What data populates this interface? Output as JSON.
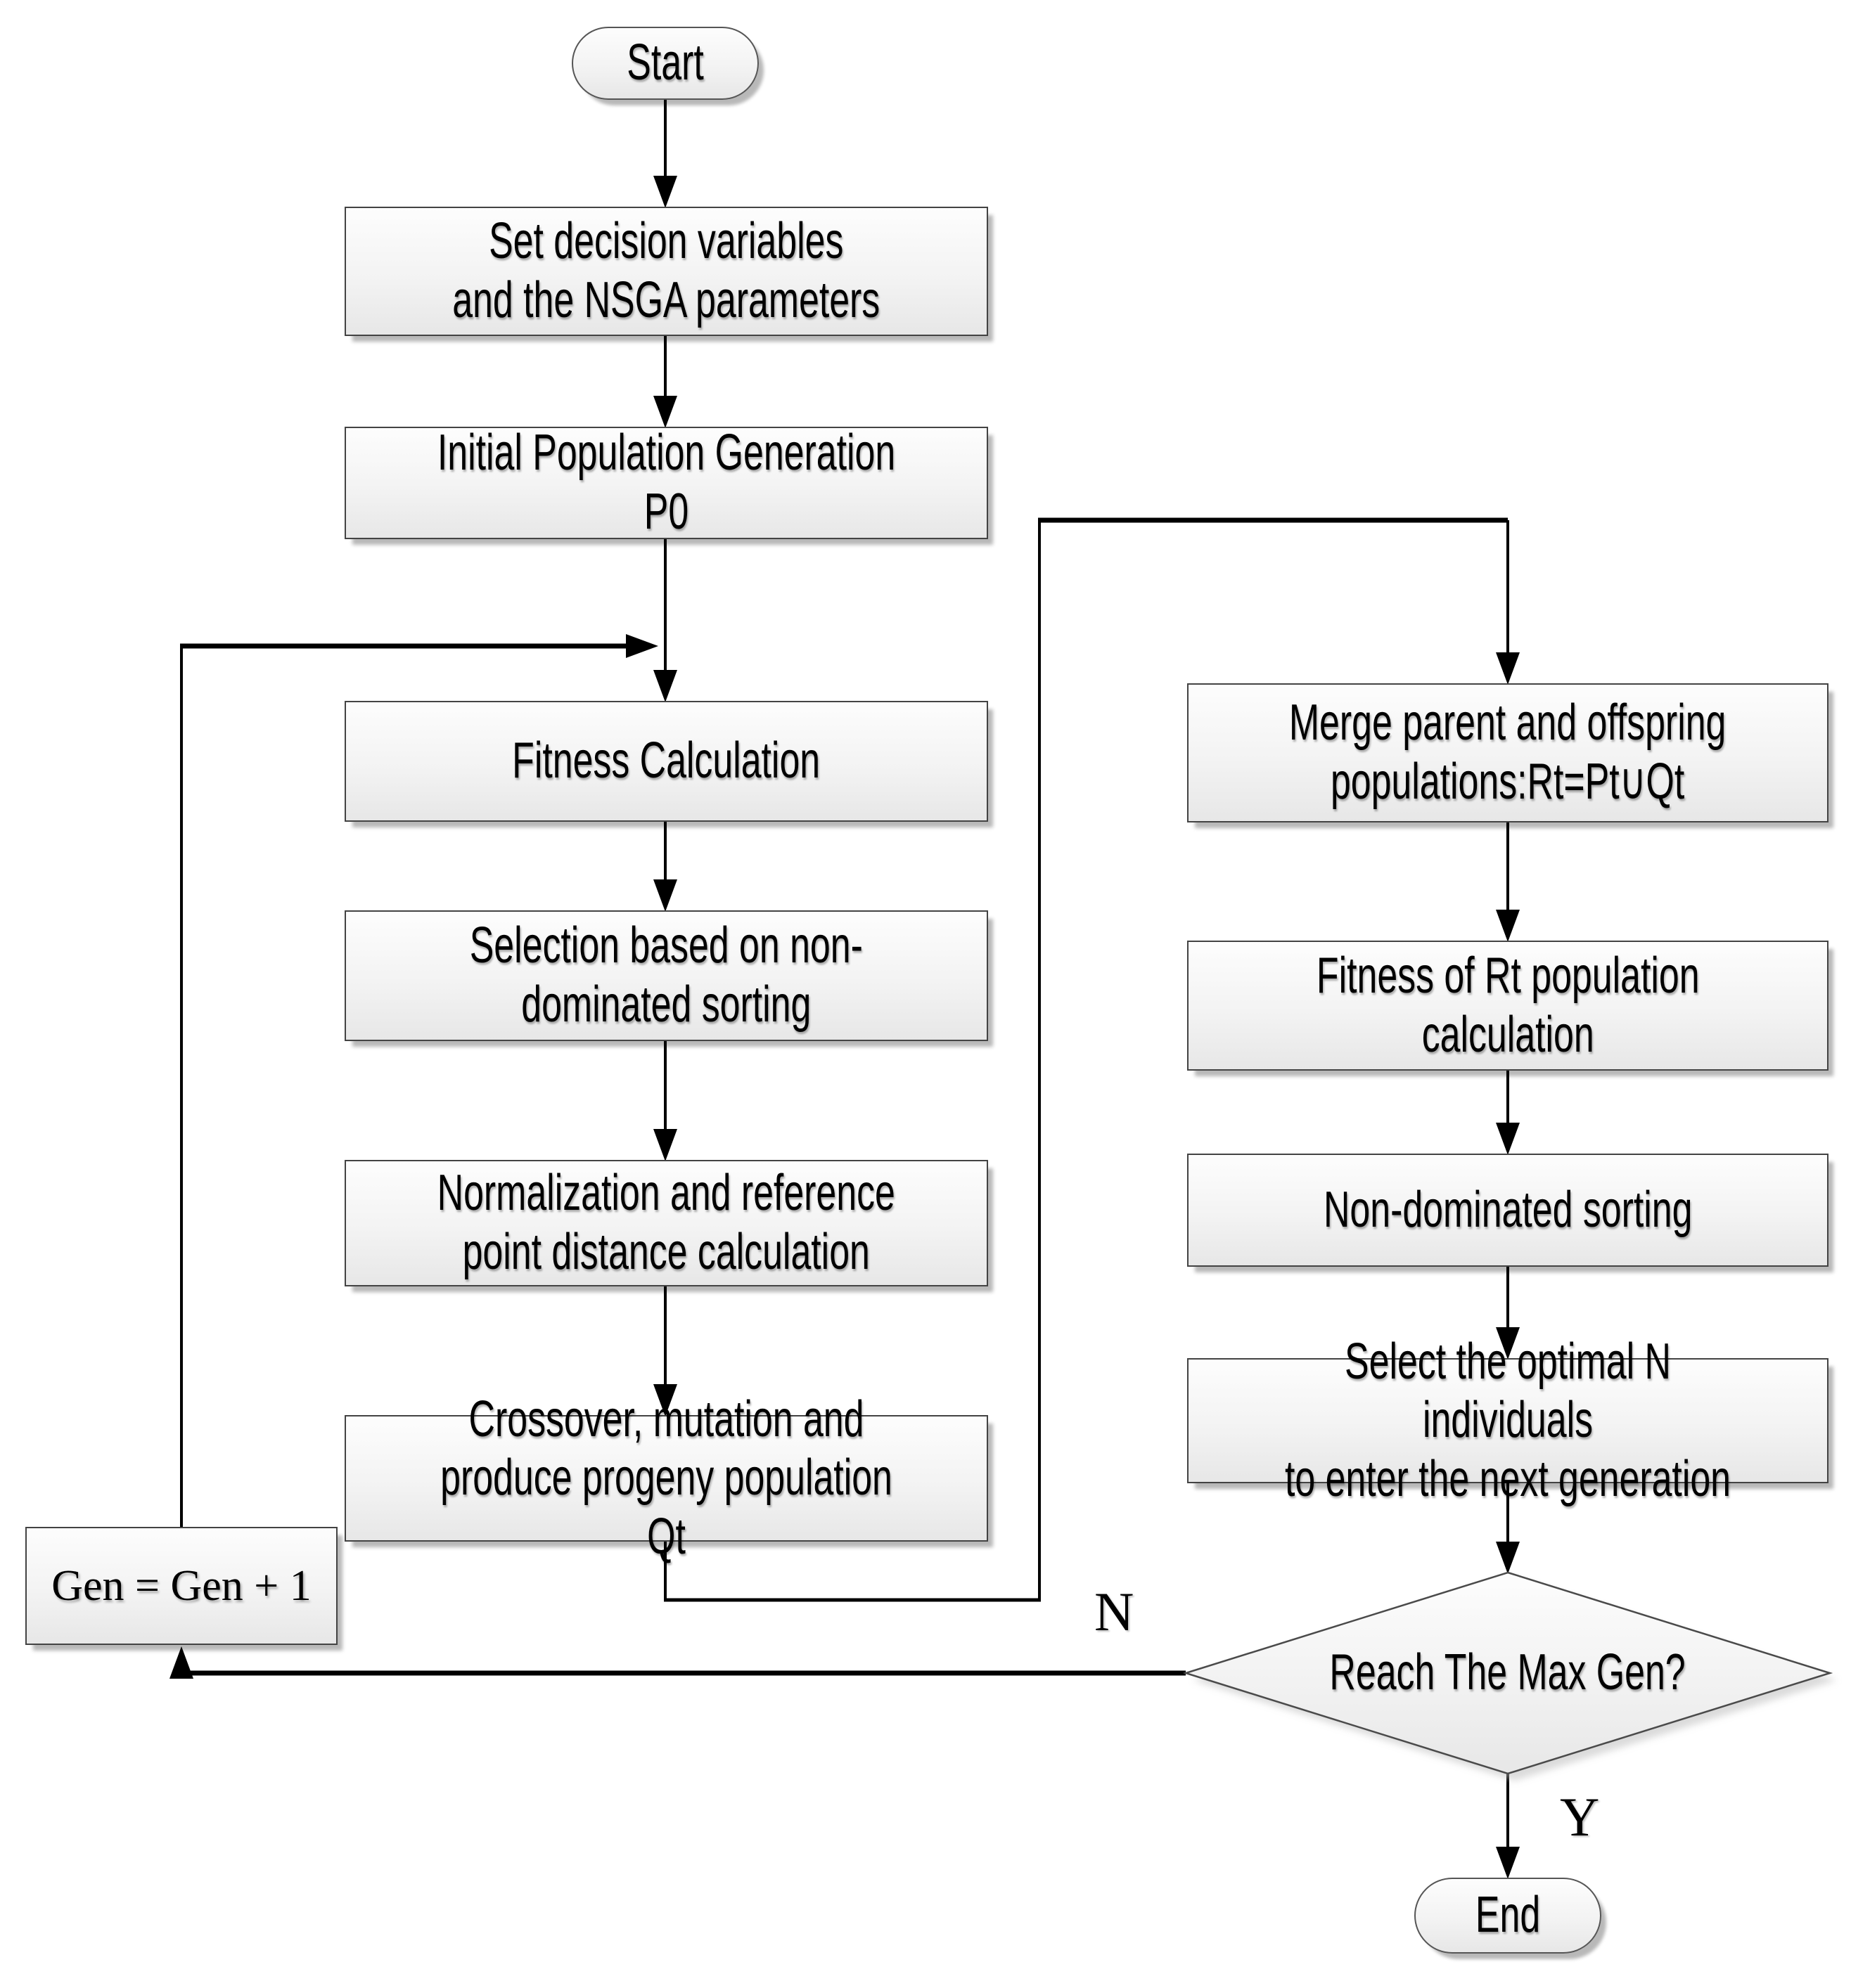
{
  "nodes": {
    "start": "Start",
    "set_variables": "Set decision variables\nand the NSGA parameters",
    "initial_population": "Initial Population Generation P0",
    "fitness_calculation": "Fitness Calculation",
    "selection": "Selection based on non-\ndominated sorting",
    "normalization": "Normalization and reference\npoint distance calculation",
    "crossover": "Crossover, mutation and\nproduce progeny population Qt",
    "gen_increment": "Gen = Gen + 1",
    "merge": "Merge parent and offspring\npopulations:Rt=Pt∪Qt",
    "fitness_rt": "Fitness of Rt population\ncalculation",
    "non_dominated_sorting": "Non-dominated sorting",
    "select_optimal": "Select the optimal N individuals\nto enter the next generation",
    "decision": "Reach The Max Gen?",
    "end": "End"
  },
  "branch_labels": {
    "no": "N",
    "yes": "Y"
  },
  "colors": {
    "line": "#000000",
    "node_border": "#434343",
    "node_fill_top": "#fdfdfd",
    "node_fill_bottom": "#e7e7e7",
    "text": "#000000"
  }
}
